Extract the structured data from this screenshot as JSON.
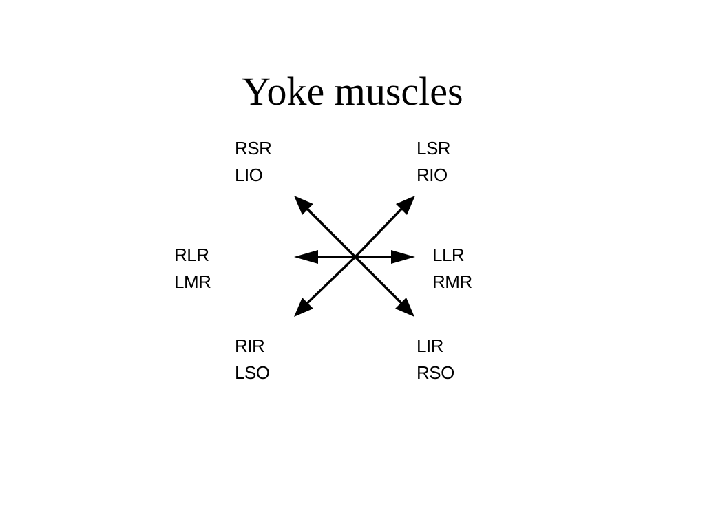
{
  "slide": {
    "title": "Yoke muscles"
  },
  "diagram": {
    "up_left": [
      "RSR",
      "LIO"
    ],
    "up_right": [
      "LSR",
      "RIO"
    ],
    "left": [
      "RLR",
      "LMR"
    ],
    "right": [
      "LLR",
      "RMR"
    ],
    "down_left": [
      "RIR",
      "LSO"
    ],
    "down_right": [
      "LIR",
      "RSO"
    ],
    "arrow_color": "#000000"
  }
}
